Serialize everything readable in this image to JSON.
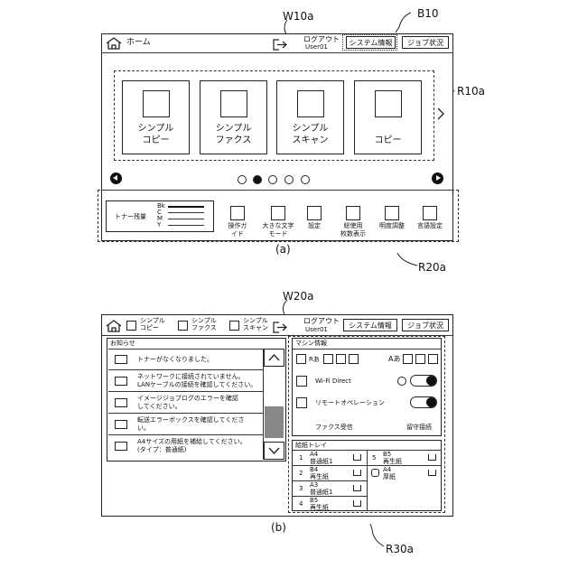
{
  "refs": {
    "w10a": "W10a",
    "b10": "B10",
    "r10a": "R10a",
    "r20a": "R20a",
    "w20a": "W20a",
    "r30a": "R30a",
    "fig_a": "(a)",
    "fig_b": "(b)"
  },
  "screen_a": {
    "home_label": "ホーム",
    "logout_label": "ログアウト",
    "user_label": "User01",
    "system_info_button": "システム情報",
    "job_status_button": "ジョブ状況",
    "tiles": [
      {
        "label": "シンプル\nコピー",
        "icon": "copy-icon"
      },
      {
        "label": "シンプル\nファクス",
        "icon": "fax-icon"
      },
      {
        "label": "シンプル\nスキャン",
        "icon": "scan-icon"
      },
      {
        "label": "コピー",
        "icon": "document-icon"
      }
    ],
    "page_indicator": {
      "count": 5,
      "active": 2
    },
    "toner": {
      "label": "トナー残量",
      "colors": [
        "Bk",
        "C",
        "M",
        "Y"
      ]
    },
    "toolbar": [
      {
        "label": "操作ガ\nイド",
        "icon": "guide-icon"
      },
      {
        "label": "大きな文字\nモード",
        "icon": "large-text-icon"
      },
      {
        "label": "設定",
        "icon": "settings-icon"
      },
      {
        "label": "総使用\n枚数表示",
        "icon": "counter-icon"
      },
      {
        "label": "明度調整",
        "icon": "brightness-icon"
      },
      {
        "label": "言語設定",
        "icon": "language-icon"
      }
    ]
  },
  "screen_b": {
    "header_tabs": [
      "シンプル\nコピー",
      "シンプル\nファクス",
      "シンプル\nスキャン"
    ],
    "logout_label": "ログアウト",
    "user_label": "User01",
    "system_info_button": "システム情報",
    "job_status_button": "ジョブ状況",
    "notices_title": "お知らせ",
    "notices": [
      "トナーがなくなりました。",
      "ネットワークに接続されていません。\nLANケーブルの接続を確認してください。",
      "イメージジョブログのエラーを確認\nしてください。",
      "転送エラーボックスを確認してくださ\nい。",
      "A4サイズの用紙を補給してください。\n(タイプ：普通紙)"
    ],
    "machine_title": "マシン情報",
    "machine_icons_text": "Rあ",
    "machine_icons_text2": "Aあ",
    "wifi_label": "Wi-Fi Direct",
    "remote_label": "リモートオペレーション",
    "fax_receive_label": "ファクス受信",
    "absence_label": "留守接続",
    "tray_title": "給紙トレイ",
    "trays_left": [
      {
        "no": "1",
        "text": "A4\n普通紙1"
      },
      {
        "no": "2",
        "text": "B4\n再生紙"
      },
      {
        "no": "3",
        "text": "A3\n普通紙1"
      },
      {
        "no": "4",
        "text": "B5\n再生紙"
      }
    ],
    "trays_right": [
      {
        "no": "5",
        "text": "B5\n再生紙"
      },
      {
        "no": "",
        "text": "A4\n厚紙"
      }
    ]
  }
}
